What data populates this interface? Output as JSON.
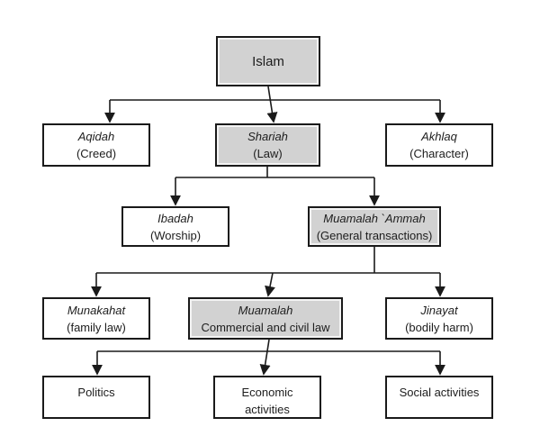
{
  "diagram": {
    "type": "hierarchy-flowchart",
    "root": "Islam",
    "colors": {
      "node_fill": "#ffffff",
      "node_fill_highlighted": "#d2d2d2",
      "border": "#1a1a1a",
      "arrow": "#1a1a1a",
      "background": "#ffffff"
    },
    "nodes": {
      "islam": {
        "term": "Islam",
        "highlighted": true
      },
      "aqidah": {
        "term": "Aqidah",
        "sub": "(Creed)",
        "highlighted": false
      },
      "shariah": {
        "term": "Shariah",
        "sub": "(Law)",
        "highlighted": true
      },
      "akhlaq": {
        "term": "Akhlaq",
        "sub": "(Character)",
        "highlighted": false
      },
      "ibadah": {
        "term": "Ibadah",
        "sub": "(Worship)",
        "highlighted": false
      },
      "muamalah_ammah": {
        "term": "Muamalah `Ammah",
        "sub": "(General transactions)",
        "highlighted": true
      },
      "munakahat": {
        "term": "Munakahat",
        "sub": "(family law)",
        "highlighted": false
      },
      "muamalah": {
        "term": "Muamalah",
        "sub": "Commercial and civil law",
        "highlighted": true
      },
      "jinayat": {
        "term": "Jinayat",
        "sub": "(bodily harm)",
        "highlighted": false
      },
      "politics": {
        "term": "Politics",
        "highlighted": false
      },
      "economic": {
        "term": "Economic activities",
        "highlighted": false
      },
      "social": {
        "term": "Social activities",
        "highlighted": false
      }
    },
    "edges": [
      {
        "from": "Islam",
        "to": "Aqidah"
      },
      {
        "from": "Islam",
        "to": "Shariah"
      },
      {
        "from": "Islam",
        "to": "Akhlaq"
      },
      {
        "from": "Shariah",
        "to": "Ibadah"
      },
      {
        "from": "Shariah",
        "to": "Muamalah `Ammah"
      },
      {
        "from": "Muamalah `Ammah",
        "to": "Munakahat"
      },
      {
        "from": "Muamalah `Ammah",
        "to": "Muamalah"
      },
      {
        "from": "Muamalah `Ammah",
        "to": "Jinayat"
      },
      {
        "from": "Muamalah",
        "to": "Politics"
      },
      {
        "from": "Muamalah",
        "to": "Economic activities"
      },
      {
        "from": "Muamalah",
        "to": "Social activities"
      }
    ]
  }
}
